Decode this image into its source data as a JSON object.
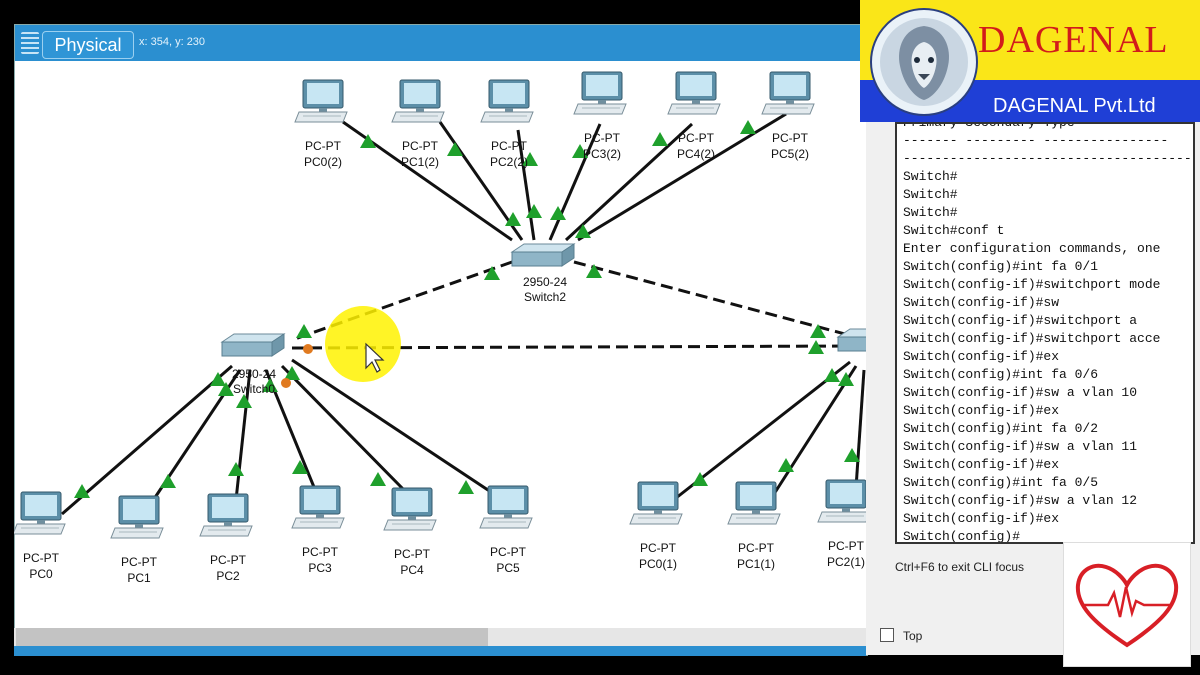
{
  "workspace": {
    "tab_label": "Physical",
    "coords": "x: 354, y: 230"
  },
  "switches": {
    "switch2": {
      "model": "2950-24",
      "name": "Switch2"
    },
    "switch0": {
      "model": "2950-24",
      "name": "Switch0"
    }
  },
  "pcs": [
    {
      "type": "PC-PT",
      "name": "PC0(2)"
    },
    {
      "type": "PC-PT",
      "name": "PC1(2)"
    },
    {
      "type": "PC-PT",
      "name": "PC2(2)"
    },
    {
      "type": "PC-PT",
      "name": "PC3(2)"
    },
    {
      "type": "PC-PT",
      "name": "PC4(2)"
    },
    {
      "type": "PC-PT",
      "name": "PC5(2)"
    },
    {
      "type": "PC-PT",
      "name": "PC0"
    },
    {
      "type": "PC-PT",
      "name": "PC1"
    },
    {
      "type": "PC-PT",
      "name": "PC2"
    },
    {
      "type": "PC-PT",
      "name": "PC3"
    },
    {
      "type": "PC-PT",
      "name": "PC4"
    },
    {
      "type": "PC-PT",
      "name": "PC5"
    },
    {
      "type": "PC-PT",
      "name": "PC0(1)"
    },
    {
      "type": "PC-PT",
      "name": "PC1(1)"
    },
    {
      "type": "PC-PT",
      "name": "PC2(1)"
    }
  ],
  "cli": {
    "lines": [
      "Primary Secondary Type",
      "------- --------- ----------------",
      "--------------------------------------",
      "Switch#",
      "Switch#",
      "Switch#",
      "Switch#conf t",
      "Enter configuration commands, one",
      "Switch(config)#int fa 0/1",
      "Switch(config-if)#switchport mode",
      "Switch(config-if)#sw",
      "Switch(config-if)#switchport a",
      "Switch(config-if)#switchport acce",
      "Switch(config-if)#ex",
      "Switch(config)#int fa 0/6",
      "Switch(config-if)#sw a vlan 10",
      "Switch(config-if)#ex",
      "Switch(config)#int fa 0/2",
      "Switch(config-if)#sw a vlan 11",
      "Switch(config-if)#ex",
      "Switch(config)#int fa 0/5",
      "Switch(config-if)#sw a vlan 12",
      "Switch(config-if)#ex",
      "Switch(config)#"
    ],
    "hint": "Ctrl+F6 to exit CLI focus",
    "top_label": "Top"
  },
  "logo": {
    "title": "DAGENAL",
    "subtitle": "DAGENAL Pvt.Ltd"
  },
  "colors": {
    "link_up": "#1fa02c",
    "link_pending": "#e07a20",
    "cursor_highlight": "#fff200",
    "title_bar": "#2b8fd0"
  }
}
